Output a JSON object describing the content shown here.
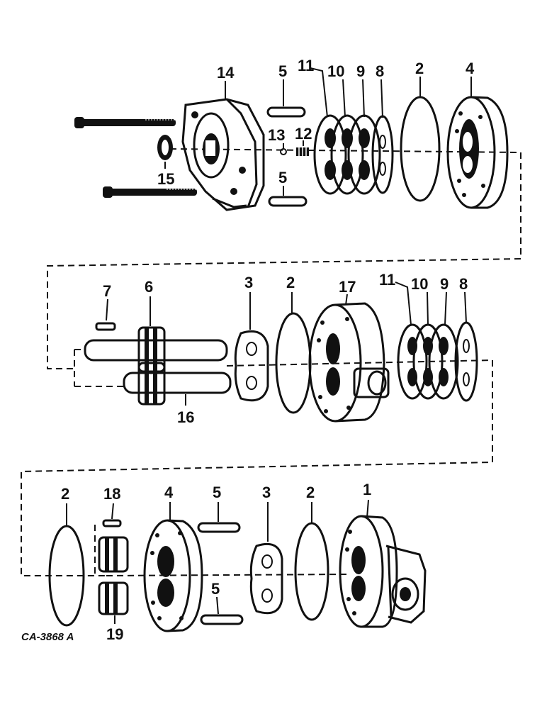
{
  "figure_code": "CA-3868 A",
  "callouts": {
    "row1": {
      "c14": "14",
      "c5_top": "5",
      "c11": "11",
      "c10": "10",
      "c9": "9",
      "c8": "8",
      "c2": "2",
      "c4": "4",
      "c13": "13",
      "c12": "12",
      "c15": "15",
      "c5_bottom": "5"
    },
    "row2": {
      "c7": "7",
      "c6": "6",
      "c3": "3",
      "c2": "2",
      "c17": "17",
      "c11": "11",
      "c10": "10",
      "c9": "9",
      "c8": "8",
      "c16": "16"
    },
    "row3": {
      "c2_left": "2",
      "c18": "18",
      "c4": "4",
      "c5_top": "5",
      "c3": "3",
      "c2_right": "2",
      "c1": "1",
      "c5_bottom": "5",
      "c19": "19"
    }
  }
}
